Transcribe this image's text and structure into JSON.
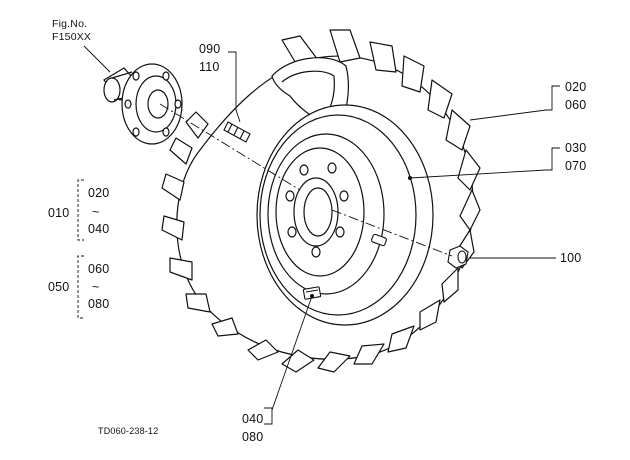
{
  "figure": {
    "fig_label": "Fig.No.",
    "fig_number": "F150XX",
    "drawing_code": "TD060-238-12"
  },
  "callouts": {
    "c090": "090",
    "c110": "110",
    "c020a": "020",
    "c060a": "060",
    "c030": "030",
    "c070": "070",
    "c100": "100",
    "c040a": "040",
    "c080a": "080",
    "group010": {
      "id": "010",
      "from": "020",
      "range_mark": "~",
      "to": "040"
    },
    "group050": {
      "id": "050",
      "from": "060",
      "range_mark": "~",
      "to": "080"
    }
  }
}
